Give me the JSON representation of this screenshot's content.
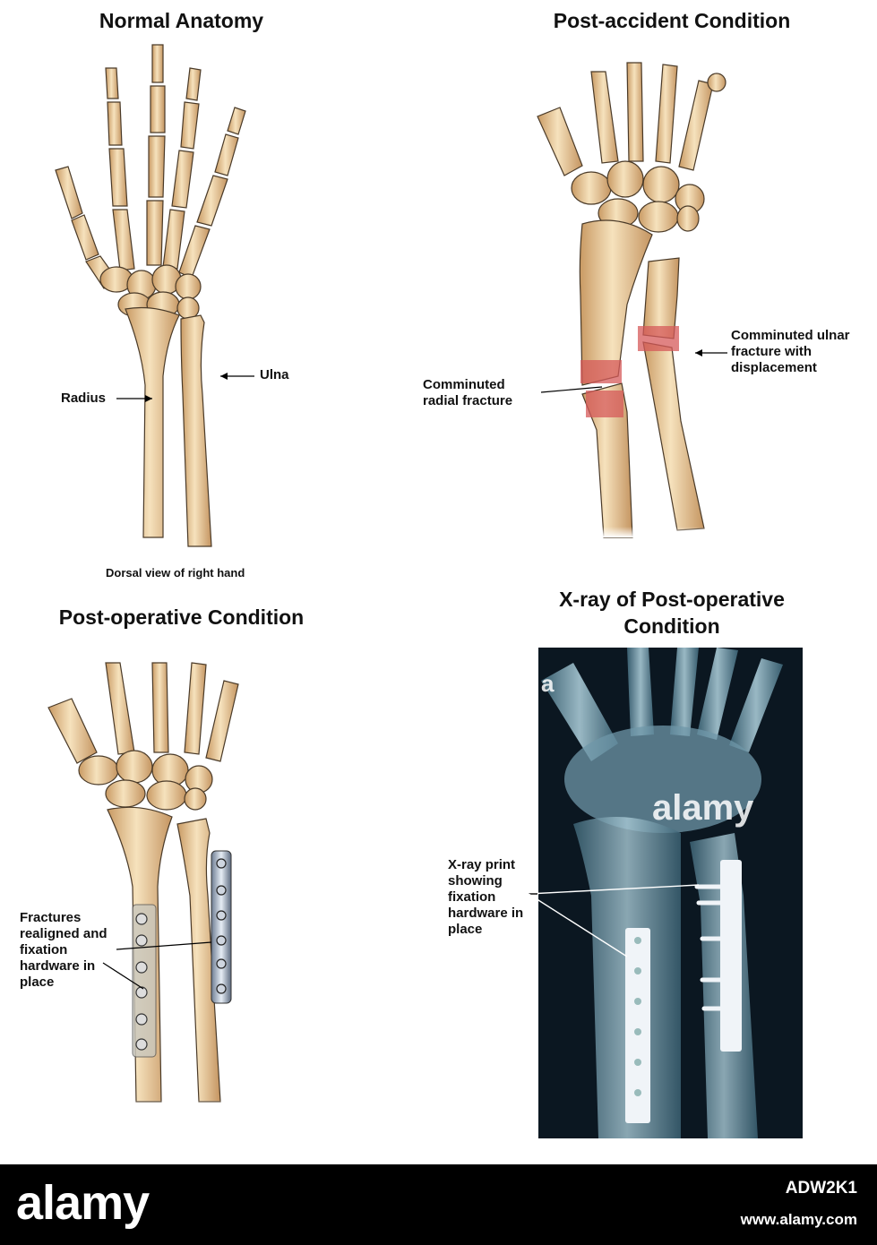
{
  "panels": {
    "normal": {
      "title": "Normal Anatomy",
      "label_radius": "Radius",
      "label_ulna": "Ulna",
      "caption": "Dorsal view of right hand"
    },
    "post_accident": {
      "title": "Post-accident Condition",
      "label_radial": "Comminuted radial fracture",
      "label_ulnar": "Comminuted ulnar fracture with displacement"
    },
    "post_operative": {
      "title": "Post-operative Condition",
      "label": "Fractures realigned and fixation hardware in place"
    },
    "xray": {
      "title": "X-ray of Post-operative Condition",
      "label": "X-ray print showing fixation hardware in place",
      "watermark": "alamy",
      "marker": "a"
    }
  },
  "footer": {
    "logo": "alamy",
    "image_ref": "ADW2K1",
    "url": "www.alamy.com"
  },
  "colors": {
    "bone": "#ecd2a6",
    "bone_shadow": "#b98e5a",
    "outline": "#4a3a28",
    "fracture": "#d65a5a",
    "xray_bg": "#0d1a24",
    "xray_bone": "#7ea7b8",
    "hardware": "#dfe6f0"
  }
}
